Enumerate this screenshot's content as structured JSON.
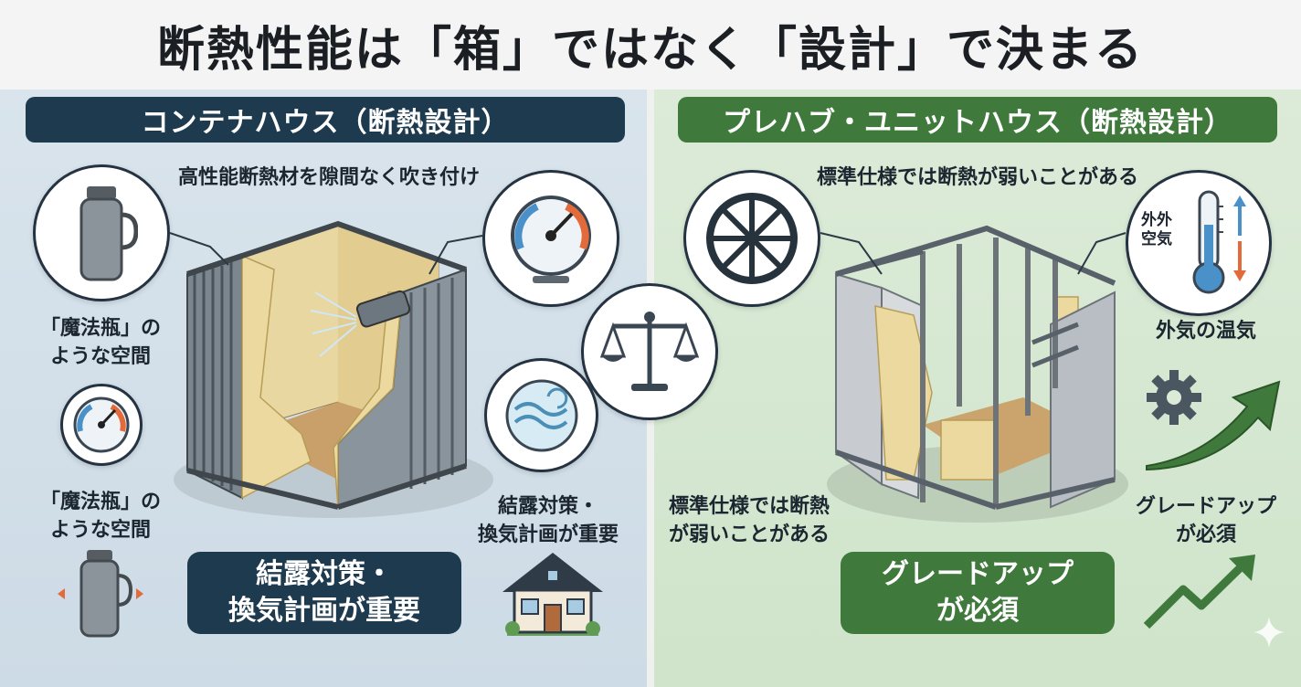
{
  "title": "断熱性能は「箱」ではなく「設計」で決まる",
  "left": {
    "header": "コンテナハウス（断熱設計）",
    "top_label": "高性能断熱材を隙間なく吹き付け",
    "side_label_1": [
      "「魔法瓶」の",
      "ような空間"
    ],
    "side_label_2": [
      "「魔法瓶」の",
      "ような空間"
    ],
    "right_label": [
      "結露対策・",
      "換気計画が重要"
    ],
    "box": [
      "結露対策・",
      "換気計画が重要"
    ]
  },
  "right": {
    "header": "プレハブ・ユニットハウス（断熱設計）",
    "top_label": "標準仕様では断熱が弱いことがある",
    "thermo_text": [
      "外外",
      "空気"
    ],
    "outside_label": "外気の温気",
    "left_label": [
      "標準仕様では断熱",
      "が弱いことがある"
    ],
    "upgrade_label": [
      "グレードアップ",
      "が必須"
    ],
    "box": [
      "グレードアップ",
      "が必須"
    ]
  },
  "icons": [
    "thermos-icon",
    "gauge-icon",
    "scale-icon",
    "airflow-icon",
    "house-icon",
    "fan-icon",
    "thermometer-icon",
    "gear-icon",
    "arrow-up-icon",
    "sparkle-icon"
  ],
  "colors": {
    "navy": "#1d3a4f",
    "green": "#3f7a3c",
    "insulation": "#ecd9a0"
  }
}
